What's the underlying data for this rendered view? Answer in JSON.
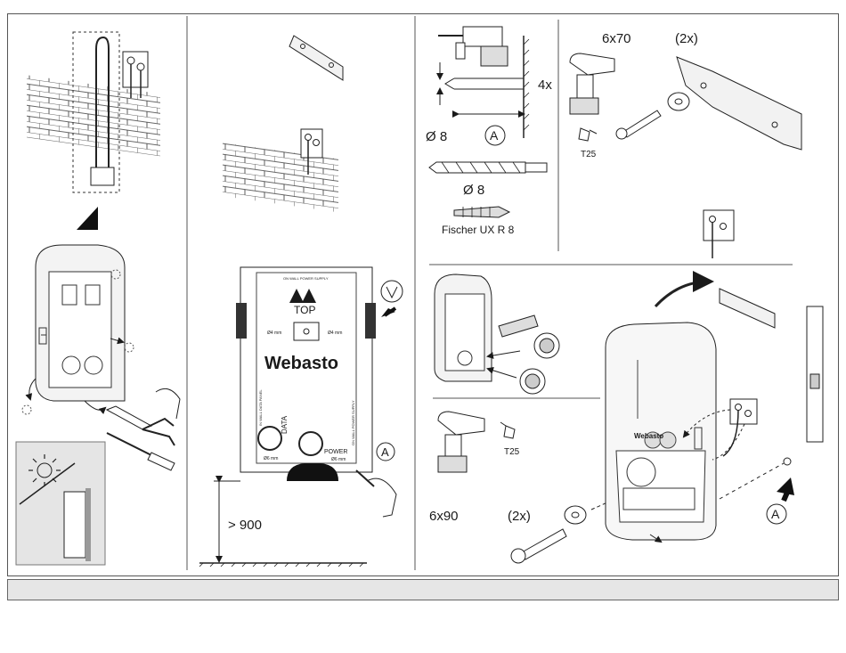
{
  "panel1": {},
  "panel2": {
    "box_top_label": "ON WALL POWER SUPPLY",
    "top_label": "TOP",
    "hole_label_left": "Ø4 mm",
    "hole_label_right": "Ø4 mm",
    "brand": "Webasto",
    "data_label": "DATA",
    "power_label": "POWER",
    "data_hole": "Ø6 mm",
    "power_hole": "Ø6 mm",
    "side_label_left": "IN WALL DATA PANEL",
    "side_label_right": "ON WALL POWER SUPPLY",
    "marker": "A",
    "height_label": "> 900"
  },
  "panel3": {
    "count_label": "4x",
    "diameter_drill": "Ø 8",
    "marker": "A",
    "diameter_bit": "Ø 8",
    "dowel_label": "Fischer UX R 8"
  },
  "panel4": {
    "screw_size": "6x70",
    "bracket_count": "(2x)",
    "bit_label": "T25"
  },
  "panel5": {
    "bit_label": "T25",
    "screw_size": "6x90",
    "screw_count": "(2x)",
    "brand": "Webasto",
    "marker": "A"
  },
  "colors": {
    "line": "#1a1a1a",
    "sun_box": "#e5e5e5",
    "footer_bar": "#e6e6e6",
    "housing": "#f7f7f7"
  }
}
